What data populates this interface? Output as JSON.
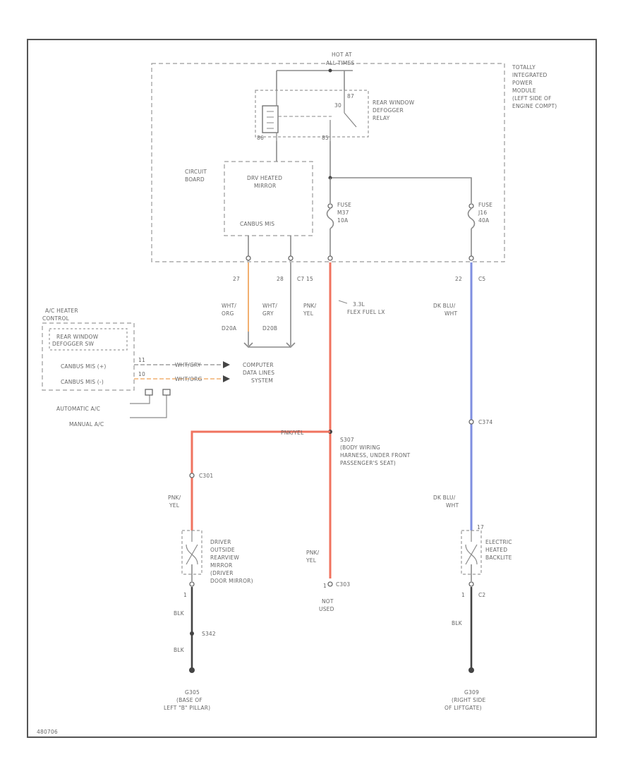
{
  "diagram": {
    "power_source": [
      "HOT AT",
      "ALL TIMES"
    ],
    "tipm": [
      "TOTALLY",
      "INTEGRATED",
      "POWER",
      "MODULE",
      "(LEFT SIDE OF",
      "ENGINE COMPT)"
    ],
    "relay": {
      "label": [
        "REAR WINDOW",
        "DEFOGGER",
        "RELAY"
      ],
      "pin_87": "87",
      "pin_30": "30",
      "pin_85": "85",
      "pin_86": "86"
    },
    "circuit_board": [
      "CIRCUIT",
      "BOARD"
    ],
    "heated_mirror_module": [
      "DRV HEATED",
      "MIRROR"
    ],
    "canbus_module": "CANBUS MIS",
    "fuse_left": [
      "FUSE",
      "M37",
      "10A"
    ],
    "fuse_right": [
      "FUSE",
      "J16",
      "40A"
    ],
    "pins": {
      "p27": "27",
      "p28": "28",
      "c7_15": "C7  15",
      "c5_22": "22",
      "c5": "C5"
    },
    "wires": {
      "wht_org": [
        "WHT/",
        "ORG"
      ],
      "wht_gry": [
        "WHT/",
        "GRY"
      ],
      "d20a": "D20A",
      "d20b": "D20B",
      "pnk_yel": [
        "PNK/",
        "YEL"
      ],
      "dk_blu_wht": [
        "DK BLU/",
        "WHT"
      ],
      "flex_note": [
        "3.3L",
        "FLEX FUEL LX"
      ]
    },
    "ac_heater_control": {
      "title": [
        "A/C HEATER",
        "CONTROL"
      ],
      "switch": [
        "REAR WINDOW",
        "DEFOGGER SW"
      ],
      "canbus_pos": "CANBUS MIS (+)",
      "canbus_neg": "CANBUS MIS (-)",
      "pin_11": "11",
      "pin_10": "10",
      "auto_ac": "AUTOMATIC A/C",
      "manual_ac": "MANUAL A/C",
      "wire_gry": "WHT/GRY",
      "wire_org": "WHT/ORG"
    },
    "computer_data_lines": [
      "COMPUTER",
      "DATA LINES",
      "SYSTEM"
    ],
    "splice_s307": [
      "S307",
      "(BODY WIRING",
      "HARNESS, UNDER FRONT",
      "PASSENGER'S SEAT)"
    ],
    "pnk_yel_horiz": "PNK/YEL",
    "connector_c301": "C301",
    "connector_c374": "C374",
    "connector_c303": "C303",
    "driver_mirror": [
      "DRIVER",
      "OUTSIDE",
      "REARVIEW",
      "MIRROR",
      "(DRIVER",
      "DOOR MIRROR)"
    ],
    "backlite": [
      "ELECTRIC",
      "HEATED",
      "BACKLITE"
    ],
    "not_used": [
      "NOT",
      "USED"
    ],
    "pins_lower": {
      "p1_left": "1",
      "p1_right": "1",
      "c2": "C2",
      "p17": "17",
      "p1_mid": "1"
    },
    "blk": "BLK",
    "splice_s342": "S342",
    "ground_left": [
      "G305",
      "(BASE OF",
      "LEFT \"B\" PILLAR)"
    ],
    "ground_right": [
      "G309",
      "(RIGHT SIDE",
      "OF LIFTGATE)"
    ],
    "figure_id": "480706"
  }
}
